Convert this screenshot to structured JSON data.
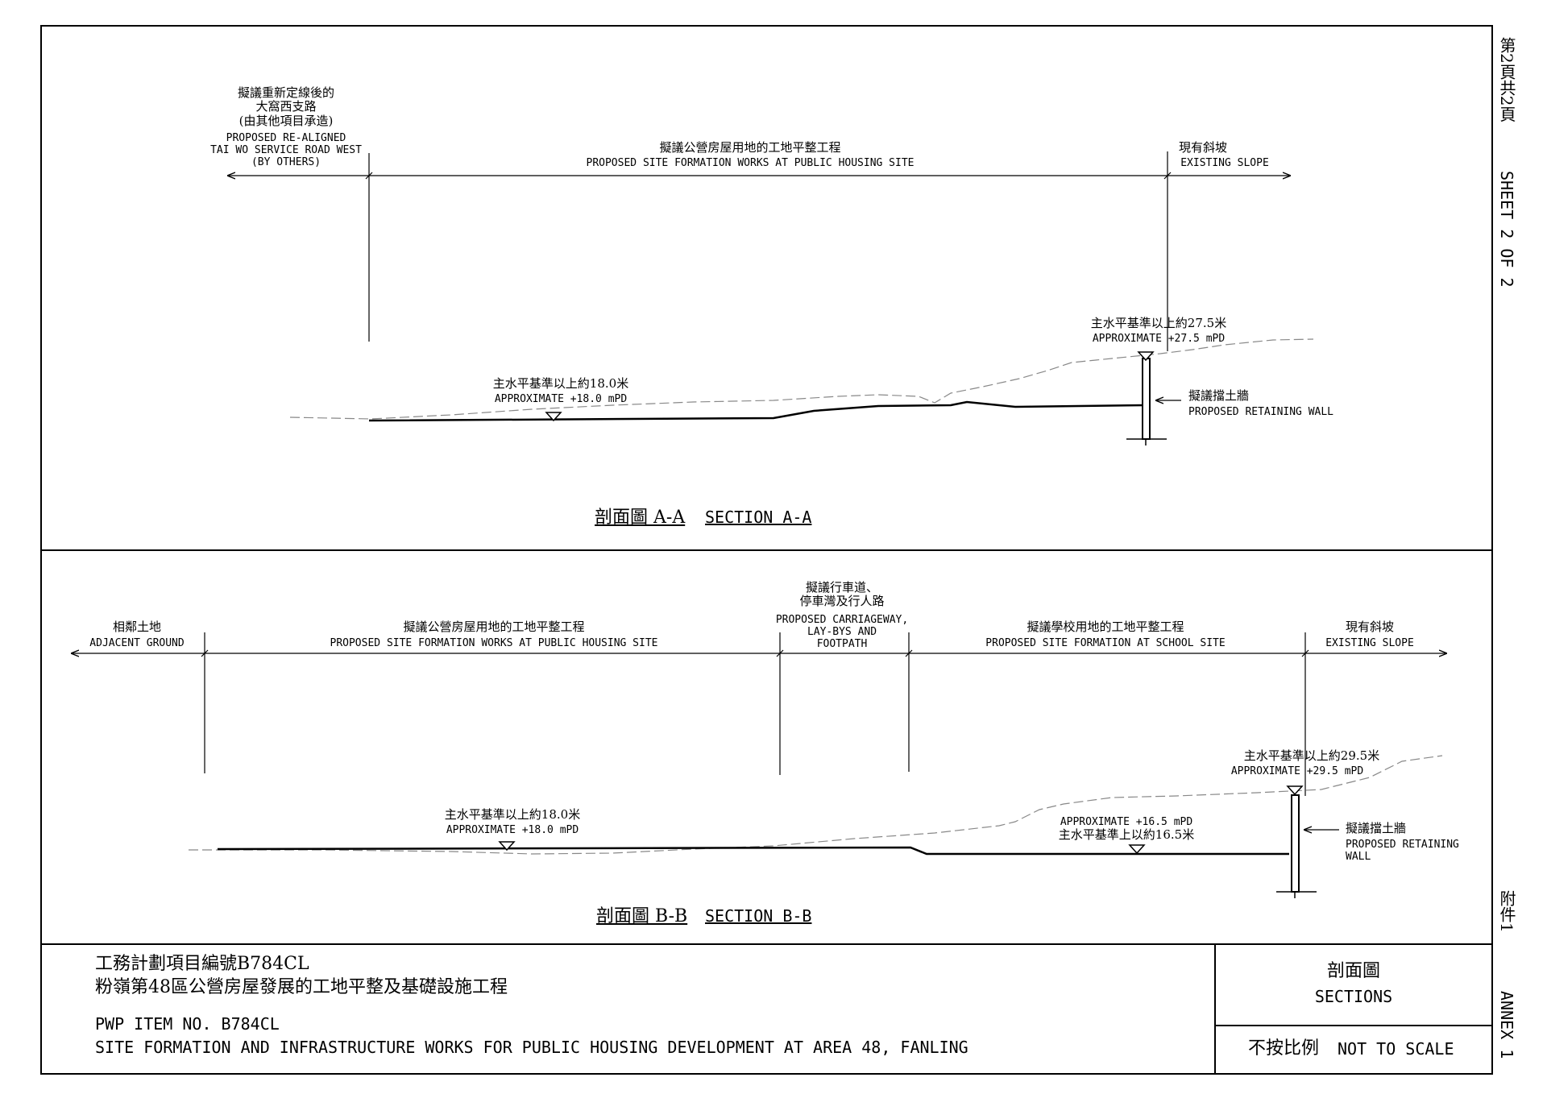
{
  "sheet_labels": {
    "zh_page": "第2頁共2頁",
    "en_page": "SHEET 2 OF 2",
    "zh_annex": "附件1",
    "en_annex": "ANNEX 1"
  },
  "section_a": {
    "road": {
      "zh1": "擬議重新定線後的",
      "zh2": "大窩西支路",
      "zh3": "(由其他項目承造)",
      "en1": "PROPOSED RE-ALIGNED",
      "en2": "TAI WO SERVICE ROAD WEST",
      "en3": "(BY OTHERS)"
    },
    "site": {
      "zh": "擬議公營房屋用地的工地平整工程",
      "en": "PROPOSED SITE FORMATION WORKS AT PUBLIC HOUSING SITE"
    },
    "slope": {
      "zh": "現有斜坡",
      "en": "EXISTING SLOPE"
    },
    "level_high": {
      "zh": "主水平基準以上約27.5米",
      "en": "APPROXIMATE +27.5 mPD"
    },
    "level_low": {
      "zh": "主水平基準以上約18.0米",
      "en": "APPROXIMATE +18.0 mPD"
    },
    "wall": {
      "zh": "擬議擋土牆",
      "en": "PROPOSED RETAINING WALL"
    },
    "title": {
      "zh": "剖面圖 A-A",
      "en": "SECTION A-A"
    }
  },
  "section_b": {
    "adjacent": {
      "zh": "相鄰土地",
      "en": "ADJACENT GROUND"
    },
    "site": {
      "zh": "擬議公營房屋用地的工地平整工程",
      "en": "PROPOSED SITE FORMATION WORKS AT PUBLIC HOUSING SITE"
    },
    "carriageway": {
      "zh1": "擬議行車道、",
      "zh2": "停車灣及行人路",
      "en1": "PROPOSED CARRIAGEWAY,",
      "en2": "LAY-BYS AND",
      "en3": "FOOTPATH"
    },
    "school": {
      "zh": "擬議學校用地的工地平整工程",
      "en": "PROPOSED SITE FORMATION AT SCHOOL SITE"
    },
    "slope": {
      "zh": "現有斜坡",
      "en": "EXISTING SLOPE"
    },
    "level_high": {
      "zh": "主水平基準以上約29.5米",
      "en": "APPROXIMATE +29.5 mPD"
    },
    "level_low": {
      "zh": "主水平基準以上約18.0米",
      "en": "APPROXIMATE +18.0 mPD"
    },
    "level_mid": {
      "en": "APPROXIMATE +16.5 mPD",
      "zh": "主水平基準上以約16.5米"
    },
    "wall": {
      "zh": "擬議擋土牆",
      "en1": "PROPOSED RETAINING",
      "en2": "WALL"
    },
    "title": {
      "zh": "剖面圖 B-B",
      "en": "SECTION B-B"
    }
  },
  "title_block": {
    "zh_item": "工務計劃項目編號B784CL",
    "zh_project": "粉嶺第48區公營房屋發展的工地平整及基礎設施工程",
    "en_item": "PWP ITEM NO. B784CL",
    "en_project": "SITE FORMATION AND INFRASTRUCTURE WORKS FOR PUBLIC HOUSING DEVELOPMENT AT AREA 48, FANLING",
    "drawing_zh": "剖面圖",
    "drawing_en": "SECTIONS",
    "scale_zh": "不按比例",
    "scale_en": "NOT TO SCALE"
  },
  "colors": {
    "line": "#000000",
    "ground": "#888888"
  }
}
